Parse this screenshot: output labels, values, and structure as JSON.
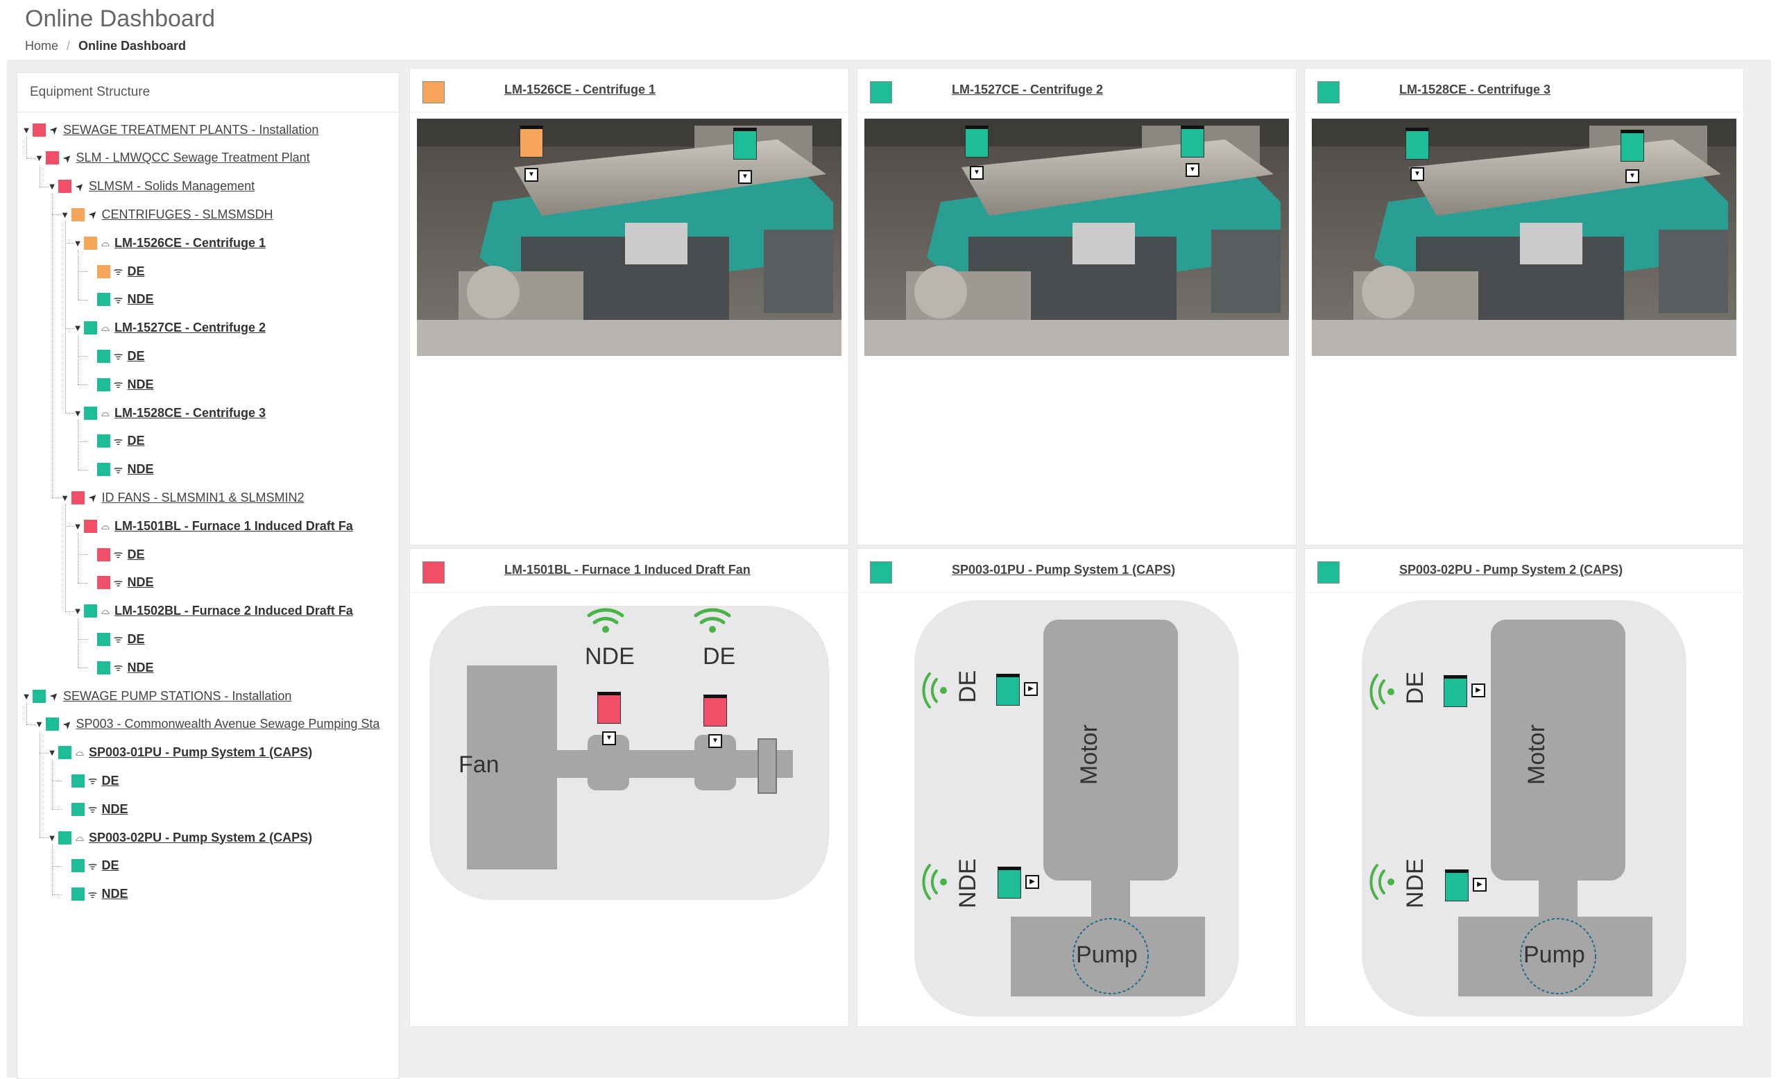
{
  "page": {
    "title": "Online Dashboard"
  },
  "breadcrumb": {
    "home": "Home",
    "sep": "/",
    "current": "Online Dashboard"
  },
  "colors": {
    "red": "#ef5068",
    "orange": "#f7a55a",
    "green": "#1dbd98",
    "wifi_green": "#4ab348"
  },
  "equipment": {
    "header": "Equipment Structure",
    "tree": [
      {
        "label": "SEWAGE TREATMENT PLANTS - Installation",
        "status": "red",
        "icon": "location-arrow-icon",
        "toggle": "▼"
      },
      {
        "label": "SLM - LMWQCC Sewage Treatment Plant",
        "status": "red",
        "icon": "location-arrow-icon",
        "toggle": "▼"
      },
      {
        "label": "SLMSM - Solids Management",
        "status": "red",
        "icon": "location-arrow-icon",
        "toggle": "▼"
      },
      {
        "label": "CENTRIFUGES - SLMSMSDH",
        "status": "orange",
        "icon": "location-arrow-icon",
        "toggle": "▼"
      },
      {
        "label": "LM-1526CE - Centrifuge 1",
        "status": "orange",
        "icon": "machine-icon",
        "toggle": "▼"
      },
      {
        "label": "DE",
        "status": "orange",
        "icon": "wifi-icon",
        "toggle": ""
      },
      {
        "label": "NDE",
        "status": "green",
        "icon": "wifi-icon",
        "toggle": ""
      },
      {
        "label": "LM-1527CE - Centrifuge 2",
        "status": "green",
        "icon": "machine-icon",
        "toggle": "▼"
      },
      {
        "label": "DE",
        "status": "green",
        "icon": "wifi-icon",
        "toggle": ""
      },
      {
        "label": "NDE",
        "status": "green",
        "icon": "wifi-icon",
        "toggle": ""
      },
      {
        "label": "LM-1528CE - Centrifuge 3",
        "status": "green",
        "icon": "machine-icon",
        "toggle": "▼"
      },
      {
        "label": "DE",
        "status": "green",
        "icon": "wifi-icon",
        "toggle": ""
      },
      {
        "label": "NDE",
        "status": "green",
        "icon": "wifi-icon",
        "toggle": ""
      },
      {
        "label": "ID FANS - SLMSMIN1 & SLMSMIN2",
        "status": "red",
        "icon": "location-arrow-icon",
        "toggle": "▼"
      },
      {
        "label": "LM-1501BL - Furnace 1 Induced Draft Fa",
        "status": "red",
        "icon": "machine-icon",
        "toggle": "▼"
      },
      {
        "label": "DE",
        "status": "red",
        "icon": "wifi-icon",
        "toggle": ""
      },
      {
        "label": "NDE",
        "status": "red",
        "icon": "wifi-icon",
        "toggle": ""
      },
      {
        "label": "LM-1502BL - Furnace 2 Induced Draft Fa",
        "status": "green",
        "icon": "machine-icon",
        "toggle": "▼"
      },
      {
        "label": "DE",
        "status": "green",
        "icon": "wifi-icon",
        "toggle": ""
      },
      {
        "label": "NDE",
        "status": "green",
        "icon": "wifi-icon",
        "toggle": ""
      },
      {
        "label": "SEWAGE PUMP STATIONS - Installation",
        "status": "green",
        "icon": "location-arrow-icon",
        "toggle": "▼"
      },
      {
        "label": "SP003 - Commonwealth Avenue Sewage Pumping Sta",
        "status": "green",
        "icon": "location-arrow-icon",
        "toggle": "▼"
      },
      {
        "label": "SP003-01PU - Pump System 1 (CAPS)",
        "status": "green",
        "icon": "machine-icon",
        "toggle": "▼"
      },
      {
        "label": "DE",
        "status": "green",
        "icon": "wifi-icon",
        "toggle": ""
      },
      {
        "label": "NDE",
        "status": "green",
        "icon": "wifi-icon",
        "toggle": ""
      },
      {
        "label": "SP003-02PU - Pump System 2 (CAPS)",
        "status": "green",
        "icon": "machine-icon",
        "toggle": "▼"
      },
      {
        "label": "DE",
        "status": "green",
        "icon": "wifi-icon",
        "toggle": ""
      },
      {
        "label": "NDE",
        "status": "green",
        "icon": "wifi-icon",
        "toggle": ""
      }
    ]
  },
  "cards": [
    {
      "title": "LM-1526CE - Centrifuge 1",
      "status": "orange",
      "meters": [
        "orange",
        "green"
      ]
    },
    {
      "title": "LM-1527CE - Centrifuge 2",
      "status": "green",
      "meters": [
        "green",
        "green"
      ]
    },
    {
      "title": "LM-1528CE - Centrifuge 3",
      "status": "green",
      "meters": [
        "green",
        "green"
      ]
    },
    {
      "title": "LM-1501BL - Furnace 1 Induced Draft Fan",
      "status": "red",
      "diagram": {
        "fan_label": "Fan",
        "nde_label": "NDE",
        "de_label": "DE"
      },
      "meters": [
        "red",
        "red"
      ]
    },
    {
      "title": "SP003-01PU - Pump System 1 (CAPS)",
      "status": "green",
      "diagram": {
        "motor_label": "Motor",
        "pump_label": "Pump",
        "de_label": "DE",
        "nde_label": "NDE"
      },
      "meters": [
        "green",
        "green"
      ]
    },
    {
      "title": "SP003-02PU - Pump System 2 (CAPS)",
      "status": "green",
      "diagram": {
        "motor_label": "Motor",
        "pump_label": "Pump",
        "de_label": "DE",
        "nde_label": "NDE"
      },
      "meters": [
        "green",
        "green"
      ]
    }
  ]
}
